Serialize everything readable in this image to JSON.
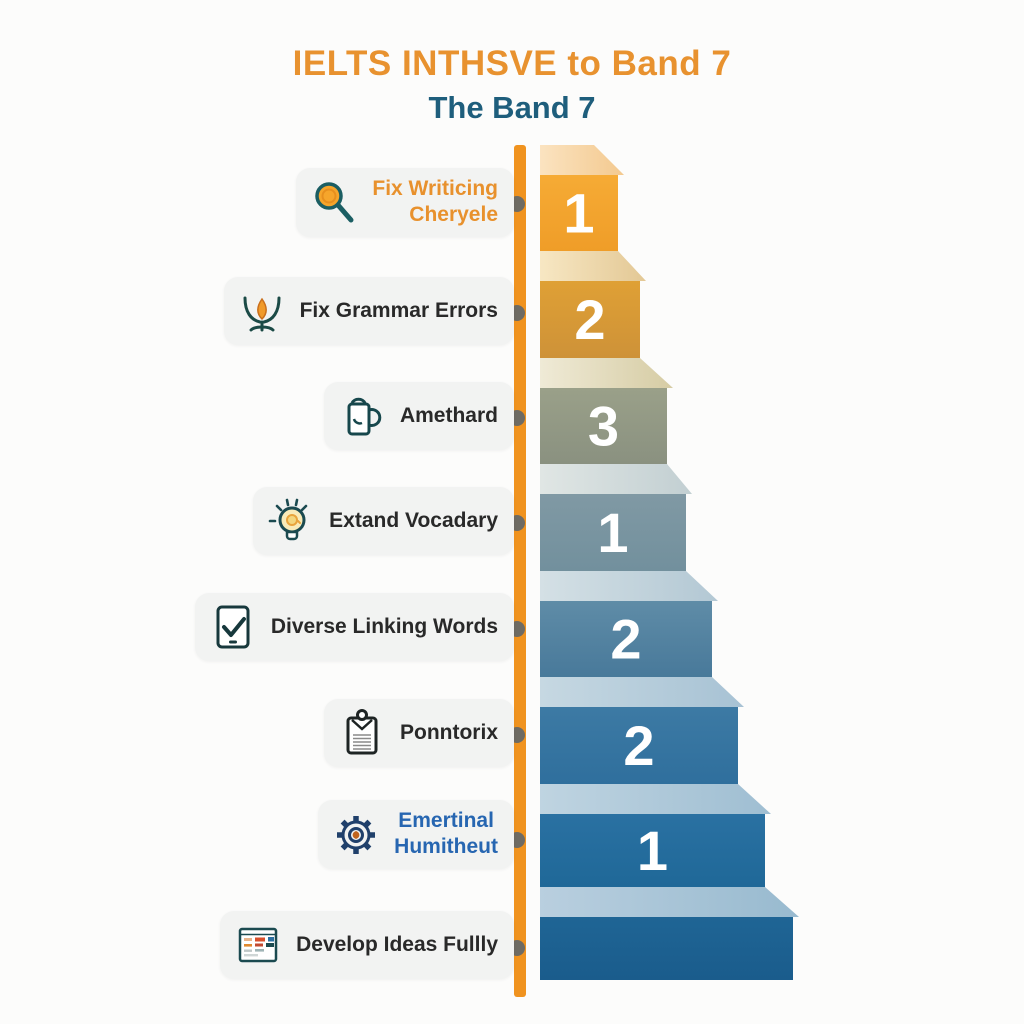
{
  "title": {
    "line1": "IELTS INTHSVE to Band 7",
    "line2": "The Band 7",
    "line1_color": "#E8922F",
    "line2_color": "#1E5E7C"
  },
  "labels": [
    {
      "text": "Fix Writicing\nCheryele",
      "icon": "magnifier-icon",
      "color": "#E8912D"
    },
    {
      "text": "Fix Grammar Errors",
      "icon": "lotus-flower-icon",
      "color": "#292929"
    },
    {
      "text": "Amethard",
      "icon": "mug-icon",
      "color": "#292929"
    },
    {
      "text": "Extand Vocadary",
      "icon": "lightbulb-icon",
      "color": "#292929"
    },
    {
      "text": "Diverse Linking Words",
      "icon": "tablet-check-icon",
      "color": "#292929"
    },
    {
      "text": "Ponntorix",
      "icon": "clipboard-icon",
      "color": "#292929"
    },
    {
      "text": "Emertinal\nHumitheut",
      "icon": "gear-icon",
      "color": "#2766B1"
    },
    {
      "text": "Develop Ideas Fullly",
      "icon": "document-layout-icon",
      "color": "#292929"
    }
  ],
  "chart_data": {
    "type": "stairs",
    "description": "Descending 3D staircase of 8 steps, numbered top to bottom; orange timeline bar with gray connector dots links each step to a labelled tip on the left.",
    "step_numbers": [
      "1",
      "2",
      "3",
      "1",
      "2",
      "2",
      "1",
      ""
    ],
    "bar_color": "#F0931F",
    "dot_color": "#6E6B63",
    "number_color": "#FFFFFF",
    "steps": [
      {
        "label": "1",
        "face_top": "#F6AB35",
        "face_bottom": "#EF9D28",
        "surface_left": "#FBE3C0",
        "surface_right": "#F3C98F",
        "right_edge": 618
      },
      {
        "label": "2",
        "face_top": "#DFA035",
        "face_bottom": "#CE9238",
        "surface_left": "#F7E7C3",
        "surface_right": "#E3C895",
        "right_edge": 640
      },
      {
        "label": "3",
        "face_top": "#9AA089",
        "face_bottom": "#8A9180",
        "surface_left": "#EFEAD6",
        "surface_right": "#D6CCA4",
        "right_edge": 667
      },
      {
        "label": "1",
        "face_top": "#8099A4",
        "face_bottom": "#72909D",
        "surface_left": "#E0E6E4",
        "surface_right": "#C2CFD2",
        "right_edge": 686
      },
      {
        "label": "2",
        "face_top": "#5F8CA7",
        "face_bottom": "#48799A",
        "surface_left": "#D4E0E5",
        "surface_right": "#B3C8D4",
        "right_edge": 712
      },
      {
        "label": "2",
        "face_top": "#3D7AA4",
        "face_bottom": "#2F6F9D",
        "surface_left": "#C6D8E2",
        "surface_right": "#A7C2D4",
        "right_edge": 738
      },
      {
        "label": "1",
        "face_top": "#2A71A2",
        "face_bottom": "#1F6898",
        "surface_left": "#BFD4E1",
        "surface_right": "#9FBED2",
        "right_edge": 765
      },
      {
        "label": "",
        "face_top": "#1F6595",
        "face_bottom": "#1A5C8C",
        "surface_left": "#B9CFDF",
        "surface_right": "#98BACF",
        "right_edge": 793
      }
    ]
  }
}
